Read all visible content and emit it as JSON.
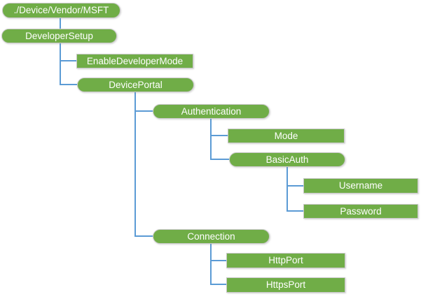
{
  "diagram": {
    "type": "tree",
    "colors": {
      "node_fill": "#70AD47",
      "node_border": "#C9C9C9",
      "node_text": "#FFFFFF",
      "connector": "#5B9BD5",
      "background": "#FFFFFF"
    },
    "nodes": [
      {
        "id": "root",
        "label": "./Device/Vendor/MSFT",
        "shape": "pill",
        "parent": null
      },
      {
        "id": "developer-setup",
        "label": "DeveloperSetup",
        "shape": "pill",
        "parent": "root"
      },
      {
        "id": "enable-developer-mode",
        "label": "EnableDeveloperMode",
        "shape": "rect",
        "parent": "developer-setup"
      },
      {
        "id": "device-portal",
        "label": "DevicePortal",
        "shape": "pill",
        "parent": "developer-setup"
      },
      {
        "id": "authentication",
        "label": "Authentication",
        "shape": "pill",
        "parent": "device-portal"
      },
      {
        "id": "mode",
        "label": "Mode",
        "shape": "rect",
        "parent": "authentication"
      },
      {
        "id": "basic-auth",
        "label": "BasicAuth",
        "shape": "pill",
        "parent": "authentication"
      },
      {
        "id": "username",
        "label": "Username",
        "shape": "rect",
        "parent": "basic-auth"
      },
      {
        "id": "password",
        "label": "Password",
        "shape": "rect",
        "parent": "basic-auth"
      },
      {
        "id": "connection",
        "label": "Connection",
        "shape": "pill",
        "parent": "device-portal"
      },
      {
        "id": "http-port",
        "label": "HttpPort",
        "shape": "rect",
        "parent": "connection"
      },
      {
        "id": "https-port",
        "label": "HttpsPort",
        "shape": "rect",
        "parent": "connection"
      }
    ]
  }
}
